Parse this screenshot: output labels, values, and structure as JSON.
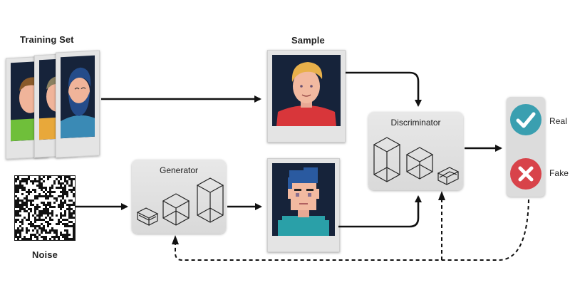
{
  "labels": {
    "training_set": "Training Set",
    "sample": "Sample",
    "noise": "Noise",
    "generator": "Generator",
    "discriminator": "Discriminator",
    "real": "Real",
    "fake": "Fake"
  },
  "colors": {
    "photo_bg": "#16233a",
    "real_badge": "#3a9fb0",
    "fake_badge": "#d8434a",
    "box_bg": "#e0e0e0",
    "arrow": "#111111"
  },
  "icons": {
    "real": "checkmark-icon",
    "fake": "x-mark-icon"
  }
}
